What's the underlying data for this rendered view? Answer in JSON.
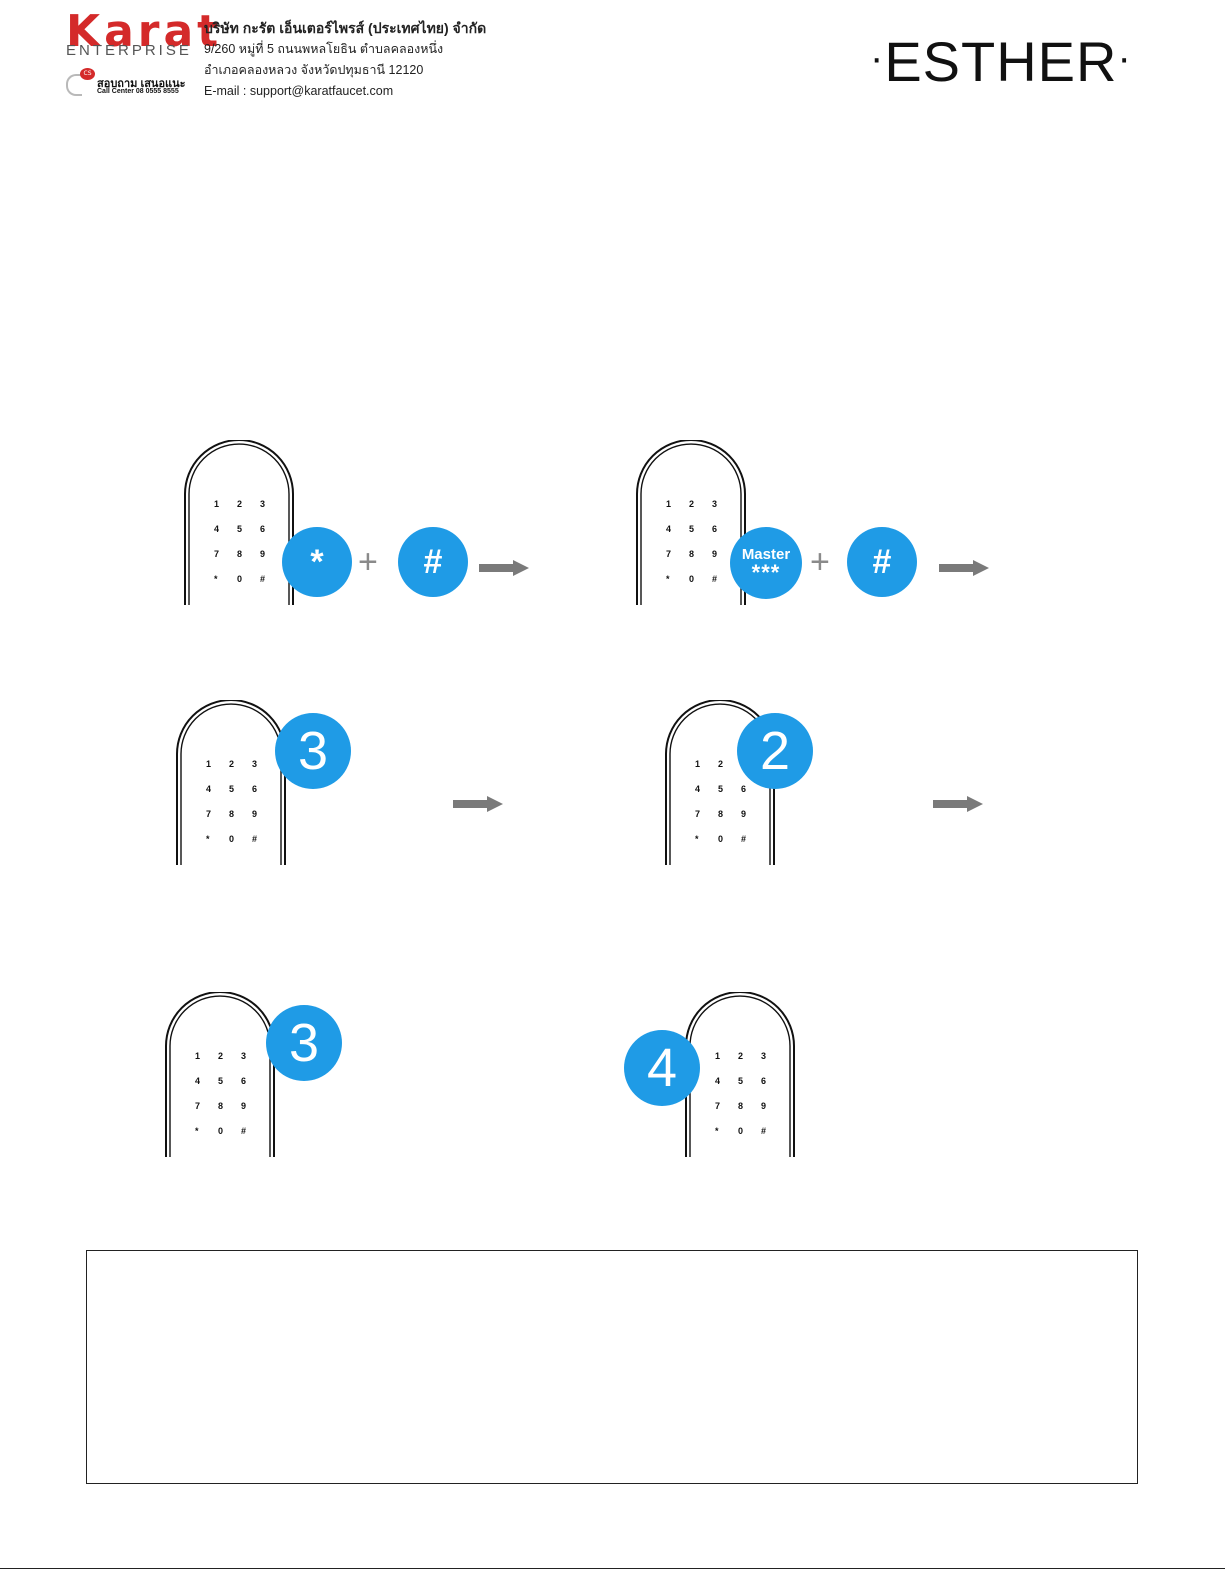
{
  "header": {
    "brand_name": "Karat",
    "brand_sub": "ENTERPRISE",
    "call_center_badge": "CS",
    "call_center_thai": "สอบถาม เสนอแนะ",
    "call_center_line": "Call Center 08 0555 8555",
    "company_name": "บริษัท กะรัต เอ็นเตอร์ไพรส์ (ประเทศไทย) จำกัด",
    "address_line1": "9/260 หมู่ที่ 5 ถนนพหลโยธิน ตำบลคลองหนึ่ง",
    "address_line2": "อำเภอคลองหลวง จังหวัดปทุมธานี 12120",
    "email": "E-mail : support@karatfaucet.com",
    "product_brand": "ESTHER",
    "product_dot": "·"
  },
  "keypad_keys": [
    "1",
    "2",
    "3",
    "4",
    "5",
    "6",
    "7",
    "8",
    "9",
    "*",
    "0",
    "#"
  ],
  "steps": {
    "step1": {
      "bubble_a": "*",
      "plus": "+",
      "bubble_b": "#"
    },
    "step2": {
      "master_label": "Master",
      "master_code": "***",
      "plus": "+",
      "bubble_b": "#"
    },
    "step3": {
      "bubble": "3"
    },
    "step4": {
      "bubble": "2"
    },
    "step5": {
      "bubble": "3"
    },
    "step6": {
      "bubble": "4"
    }
  },
  "colors": {
    "bubble_blue": "#1f9be6",
    "arrow_gray": "#7a7a7a",
    "brand_red": "#d42a2a"
  }
}
